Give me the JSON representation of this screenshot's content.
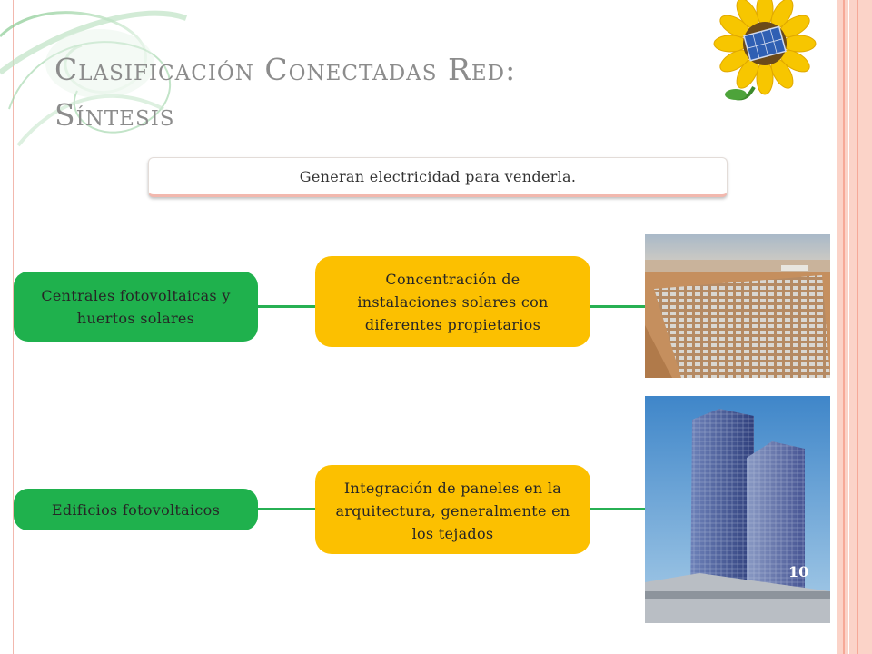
{
  "slide": {
    "title_line1": "Clasificación Conectadas Red:",
    "title_line2": "Síntesis",
    "banner": "Generan electricidad para venderla.",
    "rows": [
      {
        "category": "Centrales fotovoltaicas y huertos solares",
        "description": "Concentración de instalaciones solares con diferentes propietarios"
      },
      {
        "category": "Edificios fotovoltaicos",
        "description": "Integración de paneles en la arquitectura, generalmente en los tejados"
      }
    ],
    "page_number": "10"
  },
  "colors": {
    "green_box": "#1fb14d",
    "amber_box": "#fcc000",
    "title_gray": "#8c8c8c",
    "accent_pink": "#fbd3c8"
  },
  "icons": [
    "green-swirl-decoration",
    "sunflower-solar-panel-icon",
    "solar-farm-photo",
    "office-towers-photo"
  ]
}
